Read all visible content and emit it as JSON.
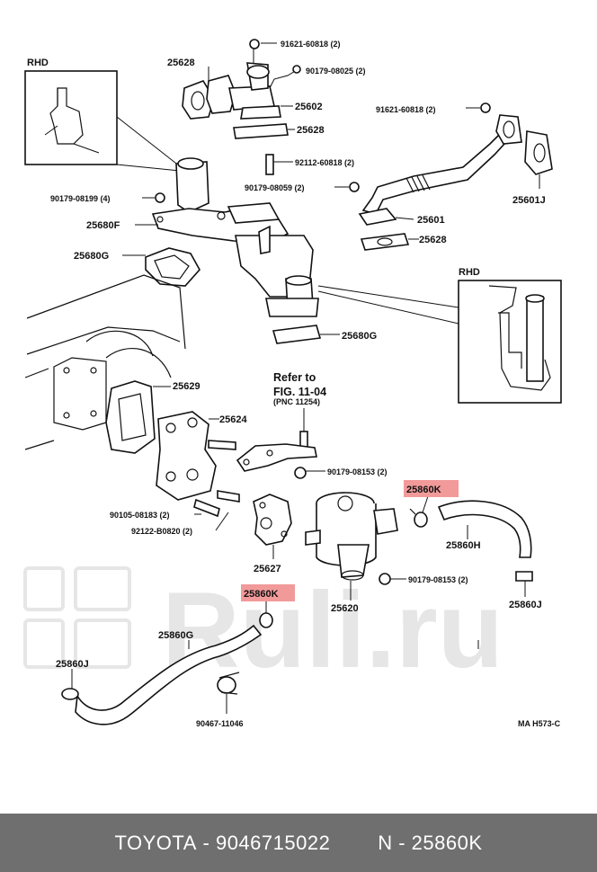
{
  "labels": {
    "rhd_top": "RHD",
    "rhd_right": "RHD",
    "p_25628_top": "25628",
    "p_91621_a": "91621-60818 (2)",
    "p_90179_08025": "90179-08025 (2)",
    "p_25602": "25602",
    "p_25628_mid": "25628",
    "p_91621_b": "91621-60818 (2)",
    "p_92112": "92112-60818 (2)",
    "p_90179_08059": "90179-08059 (2)",
    "p_25601j": "25601J",
    "p_90179_08199": "90179-08199 (4)",
    "p_25601": "25601",
    "p_25680f": "25680F",
    "p_25628_low": "25628",
    "p_25680g_a": "25680G",
    "p_25680g_b": "25680G",
    "p_25629": "25629",
    "refer_line1": "Refer to",
    "refer_line2": "FIG. 11-04",
    "refer_line3": "(PNC 11254)",
    "p_25624": "25624",
    "p_90179_08153_a": "90179-08153 (2)",
    "p_25860k_a": "25860K",
    "p_90105": "90105-08183 (2)",
    "p_92122": "92122-B0820 (2)",
    "p_25860h": "25860H",
    "p_25627": "25627",
    "p_90179_08153_b": "90179-08153 (2)",
    "p_25860k_b": "25860K",
    "p_25620": "25620",
    "p_25860j_r": "25860J",
    "p_25860g": "25860G",
    "p_25860j_l": "25860J",
    "p_90467": "90467-11046",
    "ref_code": "MA H573-C"
  },
  "highlight_color": "#f29a9a",
  "watermark": "Ruli.ru",
  "footer": {
    "brand": "TOYOTA",
    "part_number": "9046715022",
    "code": "N - 25860K",
    "background": "#6f6f6f"
  }
}
